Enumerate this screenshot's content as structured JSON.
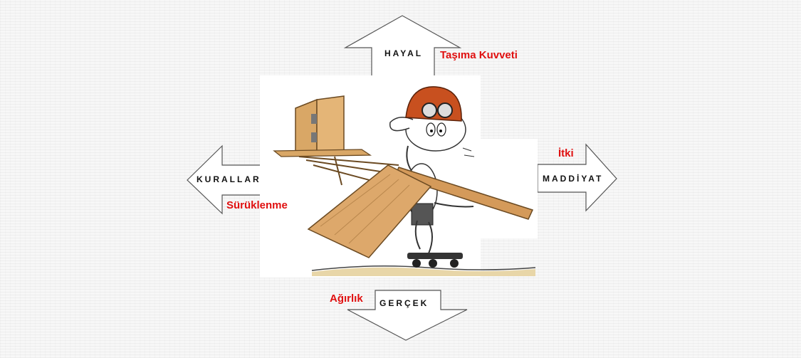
{
  "arrows": {
    "up": {
      "label": "HAYAL",
      "force": "Taşıma Kuvveti"
    },
    "left": {
      "label": "KURALLAR",
      "force": "Sürüklenme"
    },
    "right": {
      "label": "MADDİYAT",
      "force": "İtki"
    },
    "down": {
      "label": "GERÇEK",
      "force": "Ağırlık"
    }
  },
  "colors": {
    "force_label": "#e01010",
    "arrow_stroke": "#555555",
    "arrow_fill": "#ffffff"
  },
  "illustration": {
    "icon": "cartoon-aviator-with-wooden-glider-icon"
  }
}
